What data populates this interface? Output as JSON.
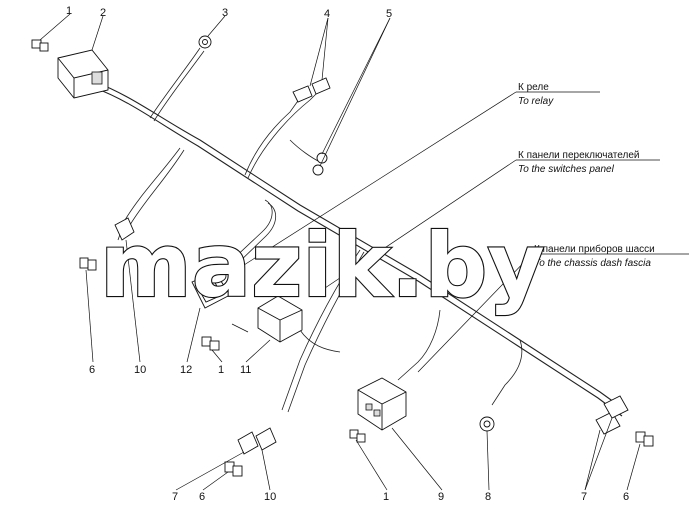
{
  "callouts": [
    "1",
    "2",
    "3",
    "4",
    "5",
    "6",
    "10",
    "12",
    "1",
    "11",
    "7",
    "6",
    "10",
    "1",
    "9",
    "8",
    "7",
    "6"
  ],
  "labels": {
    "relay_ru": "К реле",
    "relay_en": "To relay",
    "switches_ru": "К панели переключателей",
    "switches_en": "To the switches panel",
    "dash_ru": "К панели приборов шасси",
    "dash_en": "To the chassis dash fascia"
  },
  "watermark": "mazik.by"
}
